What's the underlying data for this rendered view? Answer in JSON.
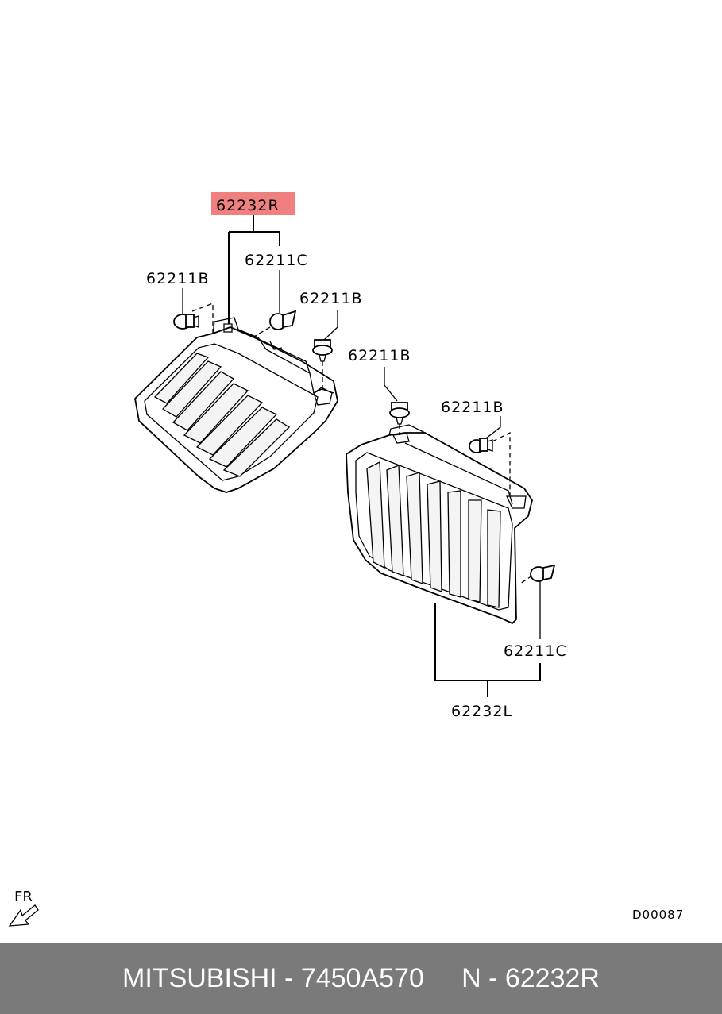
{
  "diagram": {
    "labels": {
      "part_62232R": "62232R",
      "c_top": "62211C",
      "b_left": "62211B",
      "b_mid": "62211B",
      "b_center": "62211B",
      "b_right": "62211B",
      "c_bottom": "62211C",
      "part_62232L": "62232L"
    },
    "highlight_color": "#f08080",
    "front_indicator": "FR",
    "drawing_code": "D00087"
  },
  "footer": {
    "brand": "MITSUBISHI",
    "part_number": "7450A570",
    "ref": "N - 62232R",
    "text": "MITSUBISHI - 7450A570     N - 62232R",
    "background": "#7a7a7a"
  }
}
